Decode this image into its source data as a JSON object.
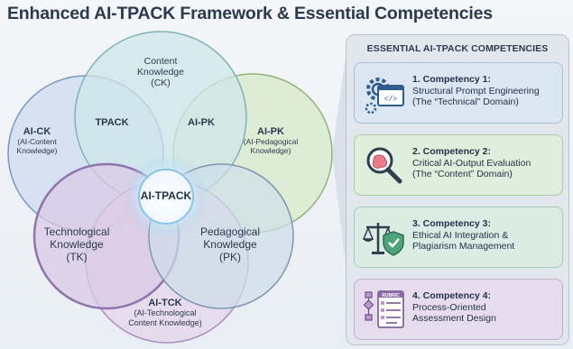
{
  "title": "Enhanced AI-TPACK Framework & Essential Competencies",
  "venn": {
    "ck": {
      "line1": "Content",
      "line2": "Knowledge",
      "line3": "(CK)"
    },
    "tk": {
      "line1": "Technological",
      "line2": "Knowledge",
      "line3": "(TK)"
    },
    "pk": {
      "line1": "Pedagogical",
      "line2": "Knowledge",
      "line3": "(PK)"
    },
    "aick": {
      "abbr": "AI-CK",
      "line1": "(AI-Content",
      "line2": "Knowledge)"
    },
    "aipk_right": {
      "abbr": "AI-PK",
      "line1": "(AI-Pedagogical",
      "line2": "Knowledge)"
    },
    "aitck": {
      "abbr": "AI-TCK",
      "line1": "(AI-Technological",
      "line2": "Content Knowledge)"
    },
    "tpack": "TPACK",
    "aipk_inner": "AI-PK",
    "center": "AI-TPACK",
    "colors": {
      "ck": "#cfe6ea",
      "aick": "#cddbf0",
      "aipk": "#d7e9c9",
      "tk": "#d9c9e6",
      "pk": "#cfdee9",
      "aitck": "#e5d6ea"
    }
  },
  "panel": {
    "title": "ESSENTIAL AI-TPACK COMPETENCIES",
    "cards": [
      {
        "heading": "1. Competency 1:",
        "line1": "Structural Prompt Engineering",
        "line2": "(The “Technical” Domain)",
        "icon": "gear-code-icon"
      },
      {
        "heading": "2. Competency 2:",
        "line1": "Critical AI-Output Evaluation",
        "line2": "(The “Content” Domain)",
        "icon": "magnifier-brain-icon"
      },
      {
        "heading": "3. Competency 3:",
        "line1": "Ethical AI Integration &",
        "line2": "Plagiarism Management",
        "icon": "scales-shield-icon"
      },
      {
        "heading": "4. Competency 4:",
        "line1": "Process-Oriented",
        "line2": "Assessment Design",
        "icon": "rubric-flowchart-icon",
        "icon_text": "RUBRIC"
      }
    ]
  }
}
